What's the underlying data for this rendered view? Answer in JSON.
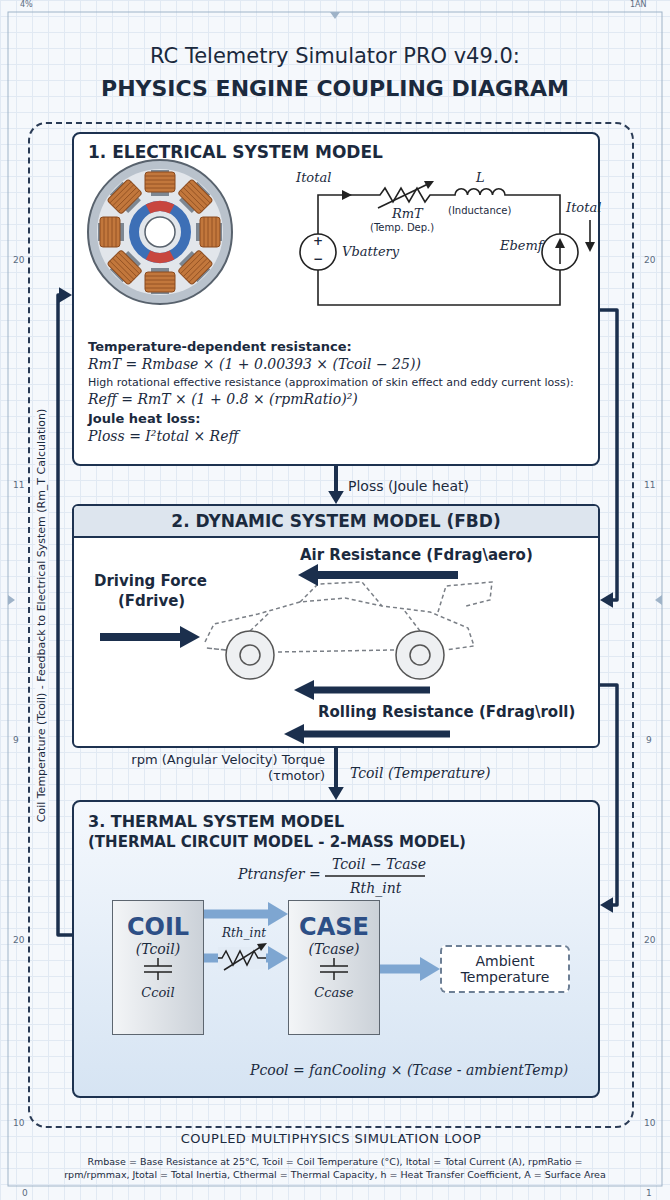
{
  "diagram": {
    "title": "RC Telemetry Simulator PRO v49.0:",
    "caption": "Rmbase = Base Resistance at 25°C, Tcoil = Coil Temperature (°C), Itotal = Total Current (A), rpmRatio = rpm/rpmmax, Jtotal = Total Inertia, Cthermal = Thermal Capacity, h = Heat Transfer Coefficient, A = Surface Area",
    "nodes": [
      {
        "text": [
          "COUPLED MULTIPHYSICS SIMULATION LOOP"
        ]
      },
      {
        "text": [
          "1. ELECTRICAL SYSTEM MODEL",
          "Temperature-dependent resistance:",
          "RmT = Rmbase × (1 + 0.00393 × (Tcoil − 25))",
          "High rotational effective resistance (approximation of skin effect and eddy current loss):",
          "Reff = RmT × (1 + 0.8 × (rpmRatio)²)",
          "Joule heat loss:",
          "Ploss = I²total × Reff"
        ],
        "in": 0
      },
      {
        "text": [
          "2. DYNAMIC SYSTEM MODEL (FBD)"
        ],
        "in": 0
      },
      {
        "text": [
          "3. THERMAL SYSTEM MODEL",
          "(THERMAL CIRCUIT MODEL - 2-MASS MODEL)"
        ],
        "in": 0
      },
      {
        "text": [
          "COIL",
          "(Tcoil)",
          "Ccoil"
        ],
        "in": 3
      },
      {
        "text": [
          "CASE",
          "(Tcase)",
          "Ccase"
        ],
        "in": 3
      },
      {
        "text": [
          "Ambient Temperature"
        ],
        "in": 3
      }
    ],
    "edges": [
      {
        "from": 1,
        "to": 2,
        "arrow": "to",
        "label": "Ploss (Joule heat)"
      },
      {
        "from": 2,
        "to": 3,
        "arrow": "to",
        "label": "rpm (Angular Velocity) Torque (τmotor)"
      },
      {
        "from": 3,
        "to": 1,
        "arrow": "to",
        "label": "Coil Temperature (Tcoil) - Feedback to Electrical System (Rm_T Calculation)"
      },
      {
        "from": 1,
        "to": 2,
        "arrow": "to"
      },
      {
        "from": 2,
        "to": 3,
        "arrow": "to"
      },
      {
        "from": 4,
        "to": 5,
        "arrow": "to"
      },
      {
        "from": 4,
        "to": 5,
        "arrow": "to"
      },
      {
        "from": 5,
        "to": 6,
        "arrow": "to"
      }
    ],
    "labels": [
      "PHYSICS ENGINE COUPLING DIAGRAM",
      "4%",
      "1AN",
      "20",
      "11",
      "9",
      "20",
      "10",
      "20",
      "11",
      "9",
      "20",
      "10",
      "0",
      "1",
      "Itotal",
      "RmT",
      "(Temp. Dep.)",
      "L",
      "(Inductance)",
      "Itotal",
      "+",
      "−",
      "Vbattery",
      "Ebemf",
      "Air Resistance (Fdrag\\aero)",
      "Driving Force",
      "(Fdrive)",
      "Rolling Resistance (Fdrag\\roll)",
      "Tcoil (Temperature)",
      "Ptransfer =",
      "Tcoil − Tcase",
      "Rth_int",
      "Rth_int",
      "Pcool = fanCooling × (Tcase - ambientTemp)"
    ]
  }
}
